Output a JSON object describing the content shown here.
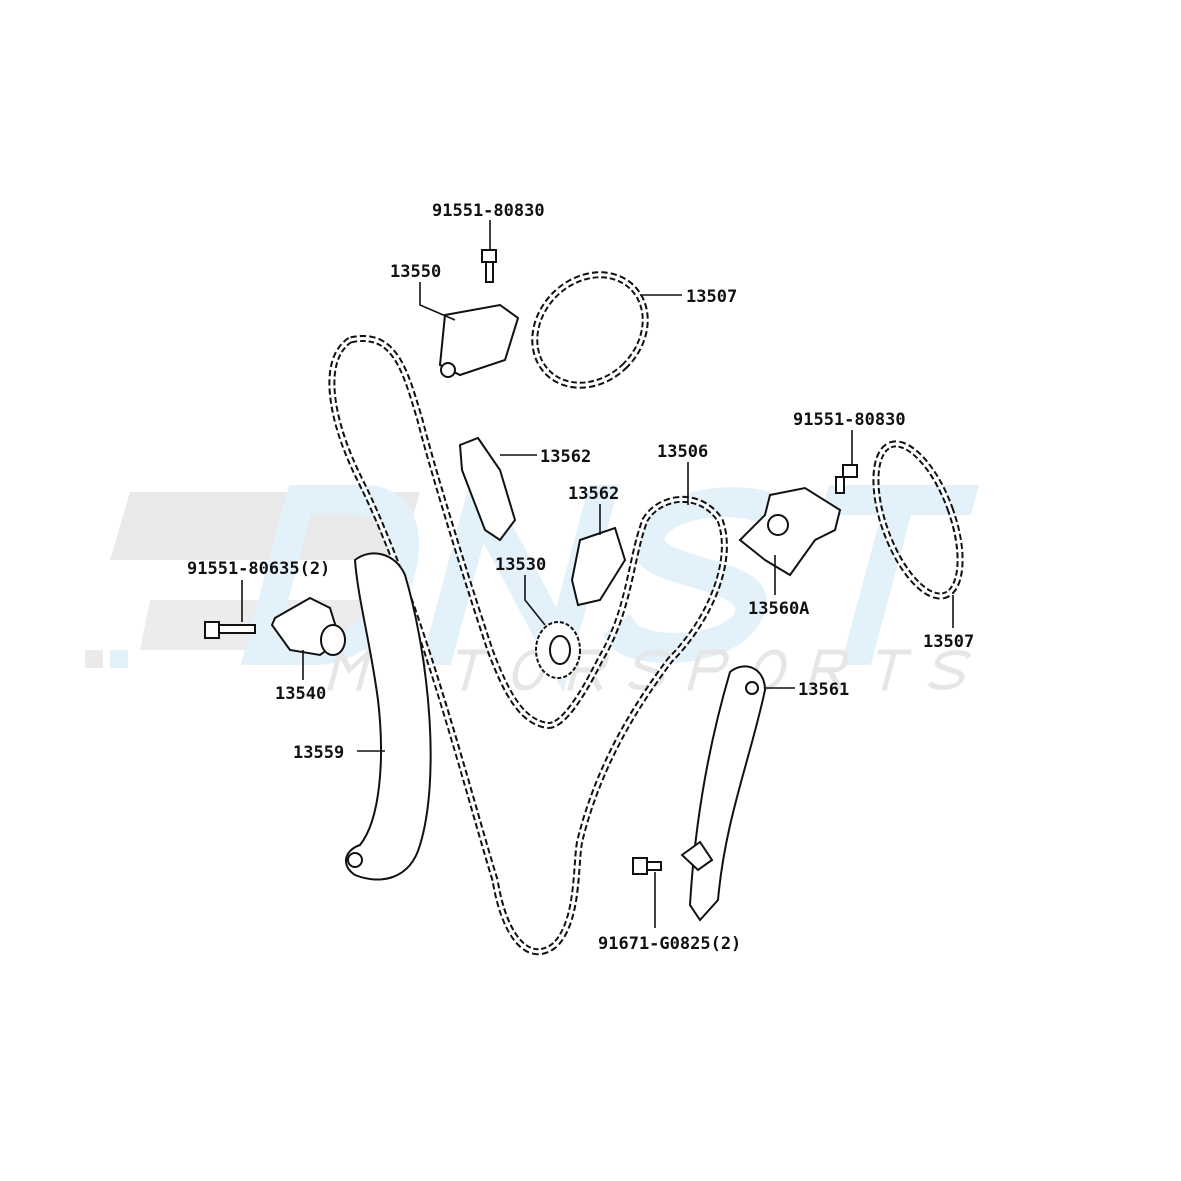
{
  "watermark": {
    "brand": "DNST",
    "sub": "MOTORSPORTS",
    "colors": {
      "gray": "#e6e6e6",
      "blue": "#e3f2fa"
    }
  },
  "labels": {
    "bolt_top": "91551-80830",
    "guide_13550": "13550",
    "chain_top": "13507",
    "slipper_upper": "13562",
    "chain_main_right": "13506",
    "slipper_lower": "13562",
    "bolt_right": "91551-80830",
    "sprocket": "13530",
    "bolt_left": "91551-80635(2)",
    "tensioner_right": "13560A",
    "chain_right": "13507",
    "tensioner_left": "13540",
    "guide_right": "13561",
    "slipper_left": "13559",
    "bolt_bottom": "91671-G0825(2)"
  }
}
